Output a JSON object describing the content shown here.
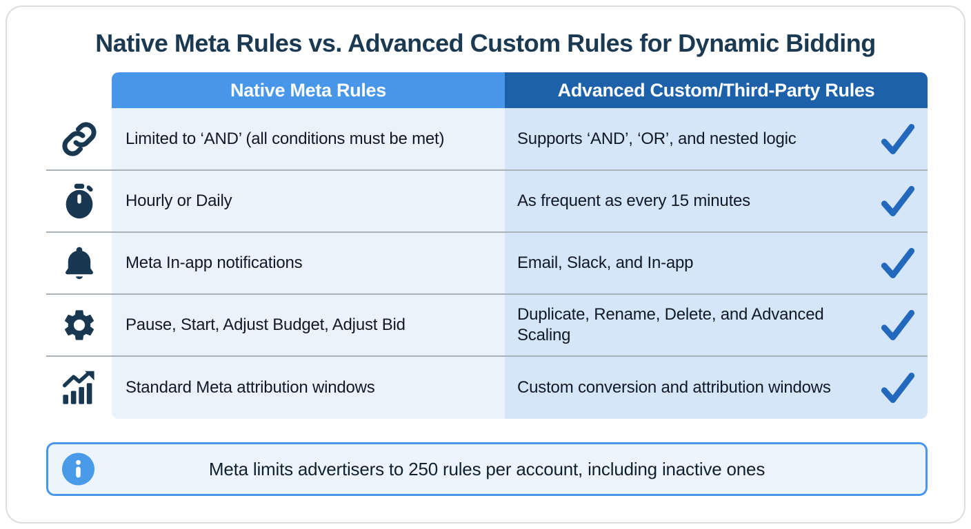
{
  "title": "Native Meta Rules vs. Advanced Custom Rules for Dynamic Bidding",
  "table": {
    "columns": [
      "Native Meta Rules",
      "Advanced Custom/Third-Party Rules"
    ],
    "rows": [
      {
        "icon": "link-icon",
        "native": "Limited to ‘AND’ (all conditions must be met)",
        "advanced": "Supports ‘AND’, ‘OR’, and nested logic",
        "check": true
      },
      {
        "icon": "stopwatch-icon",
        "native": "Hourly or Daily",
        "advanced": "As frequent as every 15 minutes",
        "check": true
      },
      {
        "icon": "bell-icon",
        "native": "Meta In-app notifications",
        "advanced": "Email, Slack, and In-app",
        "check": true
      },
      {
        "icon": "gear-icon",
        "native": "Pause, Start, Adjust Budget, Adjust Bid",
        "advanced": "Duplicate, Rename, Delete, and Advanced Scaling",
        "check": true
      },
      {
        "icon": "chart-growth-icon",
        "native": "Standard Meta attribution windows",
        "advanced": "Custom conversion and attribution windows",
        "check": true
      }
    ]
  },
  "note": {
    "icon": "info-icon",
    "text": "Meta limits advertisers to 250 rules per account, including inactive ones"
  },
  "colors": {
    "title_text": "#1b3a52",
    "header_native_bg": "#4796ea",
    "header_advanced_bg": "#1e61ab",
    "cell_native_bg": "#eaf2fc",
    "cell_advanced_bg": "#d5e6f8",
    "checkmark": "#2268bd",
    "icon_navy": "#183852",
    "divider": "#a9b1b8",
    "note_border": "#4796ea",
    "note_bg": "#ecf4fd",
    "note_icon_bg": "#499ae8"
  }
}
